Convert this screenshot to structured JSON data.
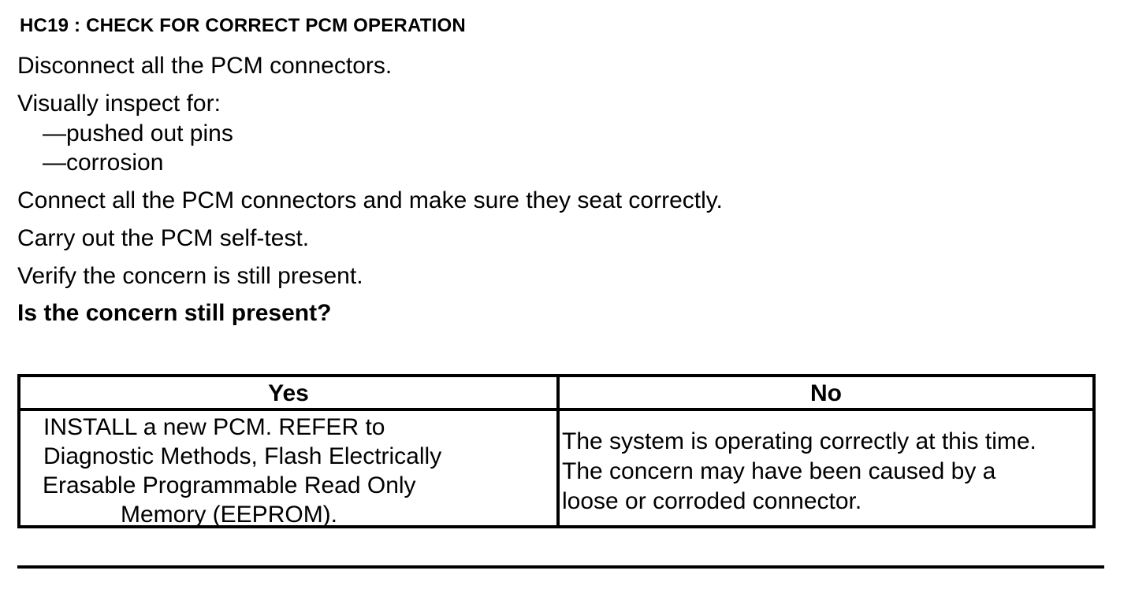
{
  "heading": "HC19 : CHECK FOR CORRECT PCM OPERATION",
  "instructions": {
    "disconnect": "Disconnect all the PCM connectors.",
    "inspect": "Visually inspect for:",
    "inspect_items": [
      "—pushed out pins",
      "—corrosion"
    ],
    "connect": "Connect all the PCM connectors and make sure they seat correctly.",
    "selftest": "Carry out the PCM self-test.",
    "verify": "Verify the concern is still present.",
    "question": "Is the concern still present?"
  },
  "table": {
    "yes_header": "Yes",
    "no_header": "No",
    "yes_lines": [
      "INSTALL a new PCM.  REFER to",
      "Diagnostic Methods, Flash Electrically",
      "Erasable Programmable Read Only",
      "Memory (EEPROM)."
    ],
    "no_lines": [
      "The system is operating correctly at this time.",
      "The concern may have been caused by a",
      "loose or corroded connector."
    ]
  }
}
